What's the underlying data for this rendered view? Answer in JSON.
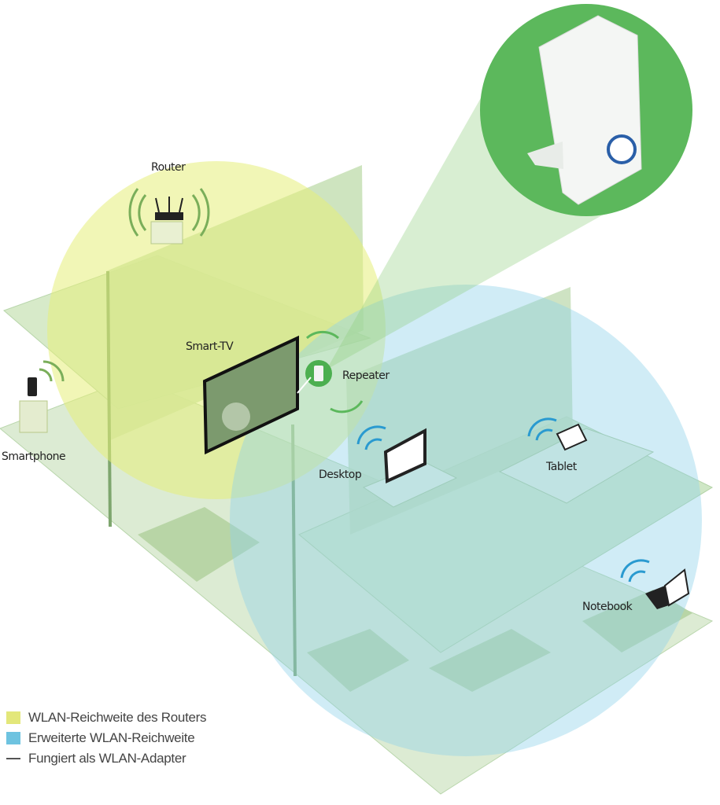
{
  "labels": {
    "router": "Router",
    "smart_tv": "Smart-TV",
    "repeater": "Repeater",
    "smartphone": "Smartphone",
    "desktop": "Desktop",
    "tablet": "Tablet",
    "notebook": "Notebook"
  },
  "legend": [
    {
      "label": "WLAN-Reichweite des Routers",
      "color": "#e3e77a"
    },
    {
      "label": "Erweiterte WLAN-Reichweite",
      "color": "#6ec3e0"
    },
    {
      "label": "Fungiert als WLAN-Adapter",
      "color": "#555555"
    }
  ],
  "colors": {
    "router_range": "#e6ee9a",
    "extended_range": "#a8dced",
    "house": "#cfe6c4",
    "highlight": "#5cb85c"
  }
}
